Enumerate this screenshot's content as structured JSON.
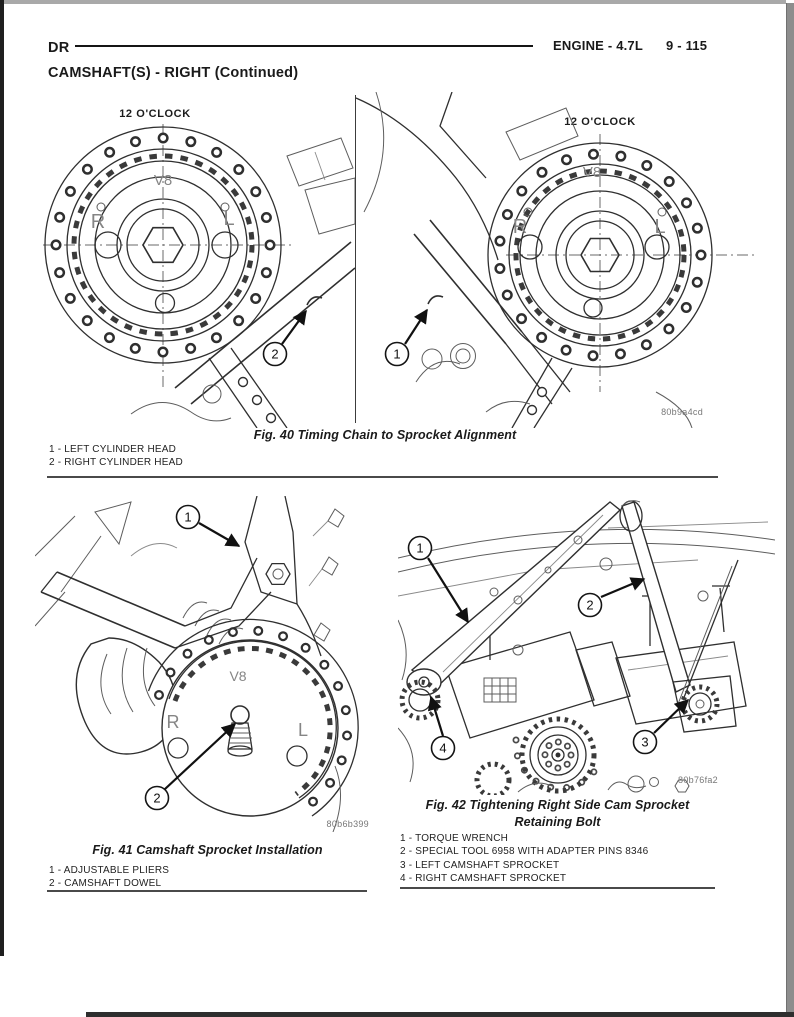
{
  "header": {
    "model": "DR",
    "engine": "ENGINE - 4.7L",
    "page": "9 - 115",
    "section": "CAMSHAFT(S) - RIGHT (Continued)"
  },
  "fig40": {
    "caption": "Fig. 40 Timing Chain to Sprocket Alignment",
    "code": "80b9a4cd",
    "legend": [
      "1 - LEFT CYLINDER HEAD",
      "2 - RIGHT CYLINDER HEAD"
    ],
    "left": {
      "clock": "12 O'CLOCK",
      "v8": "V8",
      "r": "R",
      "l": "L",
      "callout": "2"
    },
    "right": {
      "clock": "12 O'CLOCK",
      "v8": "V8",
      "r": "R",
      "l": "L",
      "callout": "1"
    }
  },
  "fig41": {
    "caption": "Fig. 41 Camshaft Sprocket Installation",
    "code": "80b6b399",
    "legend": [
      "1 - ADJUSTABLE PLIERS",
      "2 - CAMSHAFT DOWEL"
    ],
    "drawing": {
      "v8": "V8",
      "r": "R",
      "l": "L",
      "callout1": "1",
      "callout2": "2"
    }
  },
  "fig42": {
    "caption1": "Fig. 42 Tightening Right Side Cam Sprocket",
    "caption2": "Retaining Bolt",
    "code": "80b76fa2",
    "legend": [
      "1 - TORQUE WRENCH",
      "2 - SPECIAL TOOL 6958 WITH ADAPTER PINS 8346",
      "3 - LEFT CAMSHAFT SPROCKET",
      "4 - RIGHT CAMSHAFT SPROCKET"
    ],
    "drawing": {
      "callout1": "1",
      "callout2": "2",
      "callout3": "3",
      "callout4": "4"
    }
  }
}
